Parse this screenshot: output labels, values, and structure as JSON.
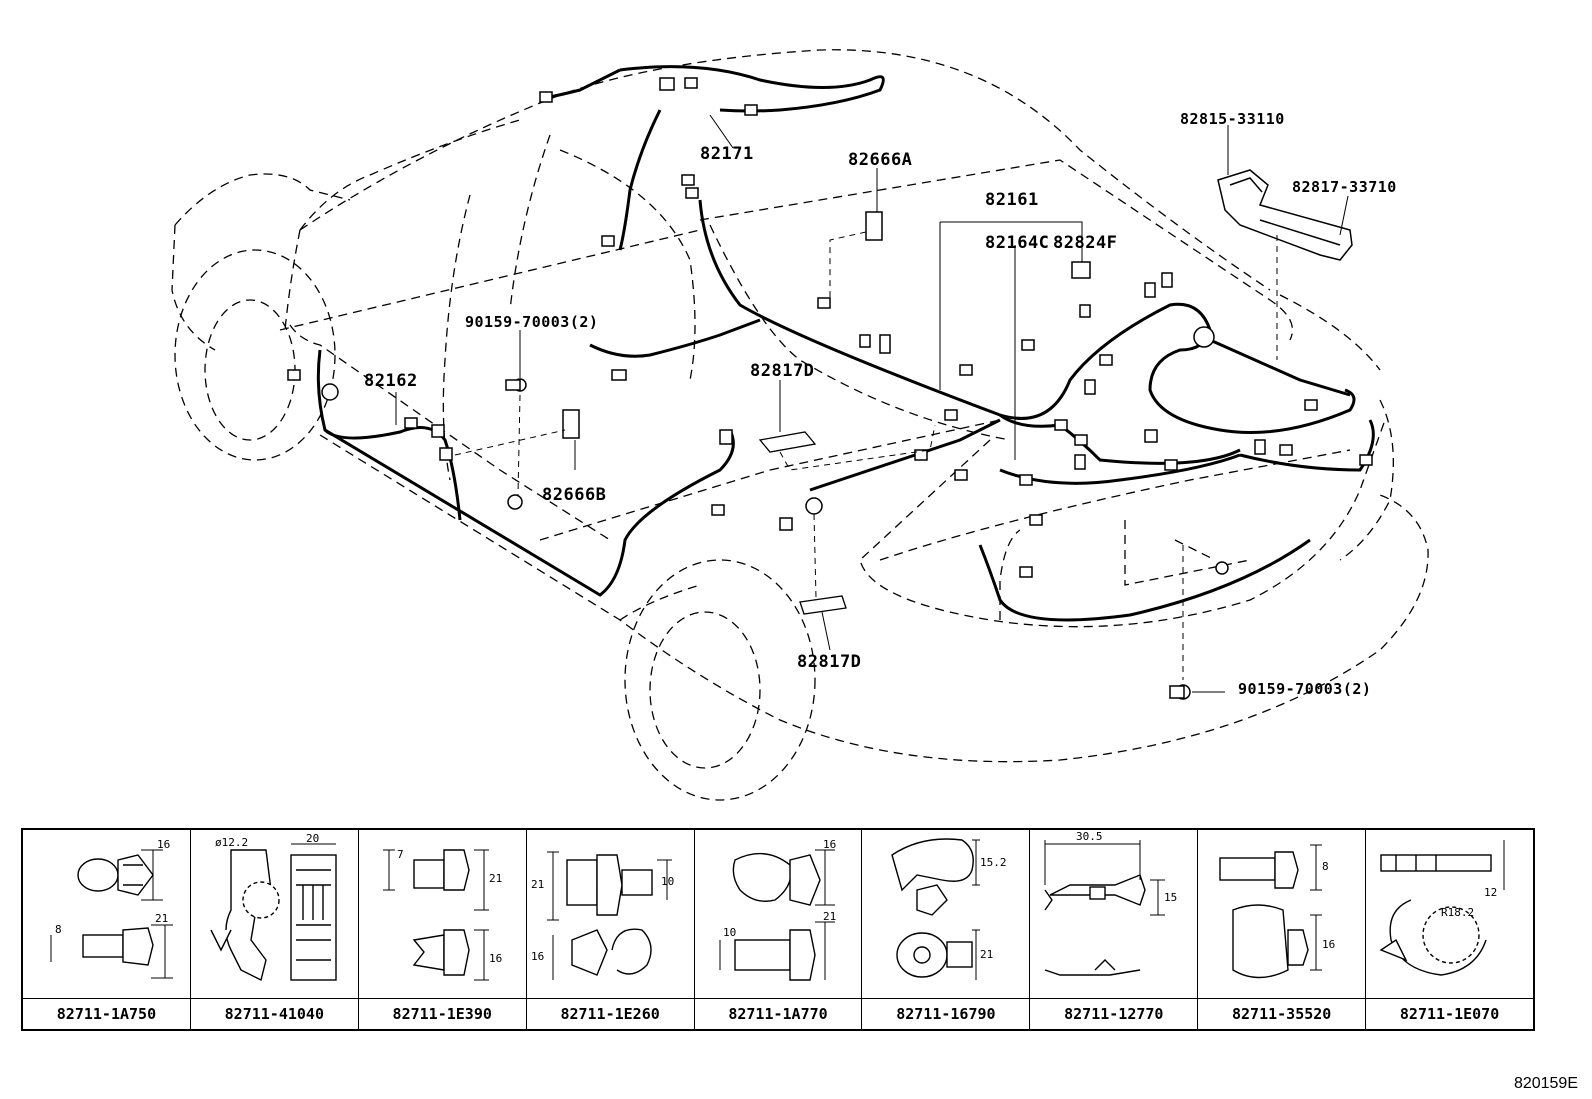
{
  "callouts": {
    "p82171": "82171",
    "p82666A": "82666A",
    "p82161": "82161",
    "p82164C": "82164C",
    "p82824F": "82824F",
    "p82815": "82815-33110",
    "p82817_33710": "82817-33710",
    "p90159_left": "90159-70003(2)",
    "p82162": "82162",
    "p82817D_upper": "82817D",
    "p82666B": "82666B",
    "p82817D_lower": "82817D",
    "p90159_right": "90159-70003(2)"
  },
  "clips": [
    {
      "part": "82711-1A750",
      "dims": [
        "16",
        "21",
        "8"
      ]
    },
    {
      "part": "82711-41040",
      "dims": [
        "ø12.2",
        "20"
      ]
    },
    {
      "part": "82711-1E390",
      "dims": [
        "7",
        "21",
        "16"
      ]
    },
    {
      "part": "82711-1E260",
      "dims": [
        "21",
        "10",
        "16"
      ]
    },
    {
      "part": "82711-1A770",
      "dims": [
        "16",
        "21",
        "10"
      ]
    },
    {
      "part": "82711-16790",
      "dims": [
        "15.2",
        "21"
      ]
    },
    {
      "part": "82711-12770",
      "dims": [
        "30.5",
        "15"
      ]
    },
    {
      "part": "82711-35520",
      "dims": [
        "8",
        "16"
      ]
    },
    {
      "part": "82711-1E070",
      "dims": [
        "12",
        "R18.2"
      ]
    }
  ],
  "figure_code": "820159E"
}
